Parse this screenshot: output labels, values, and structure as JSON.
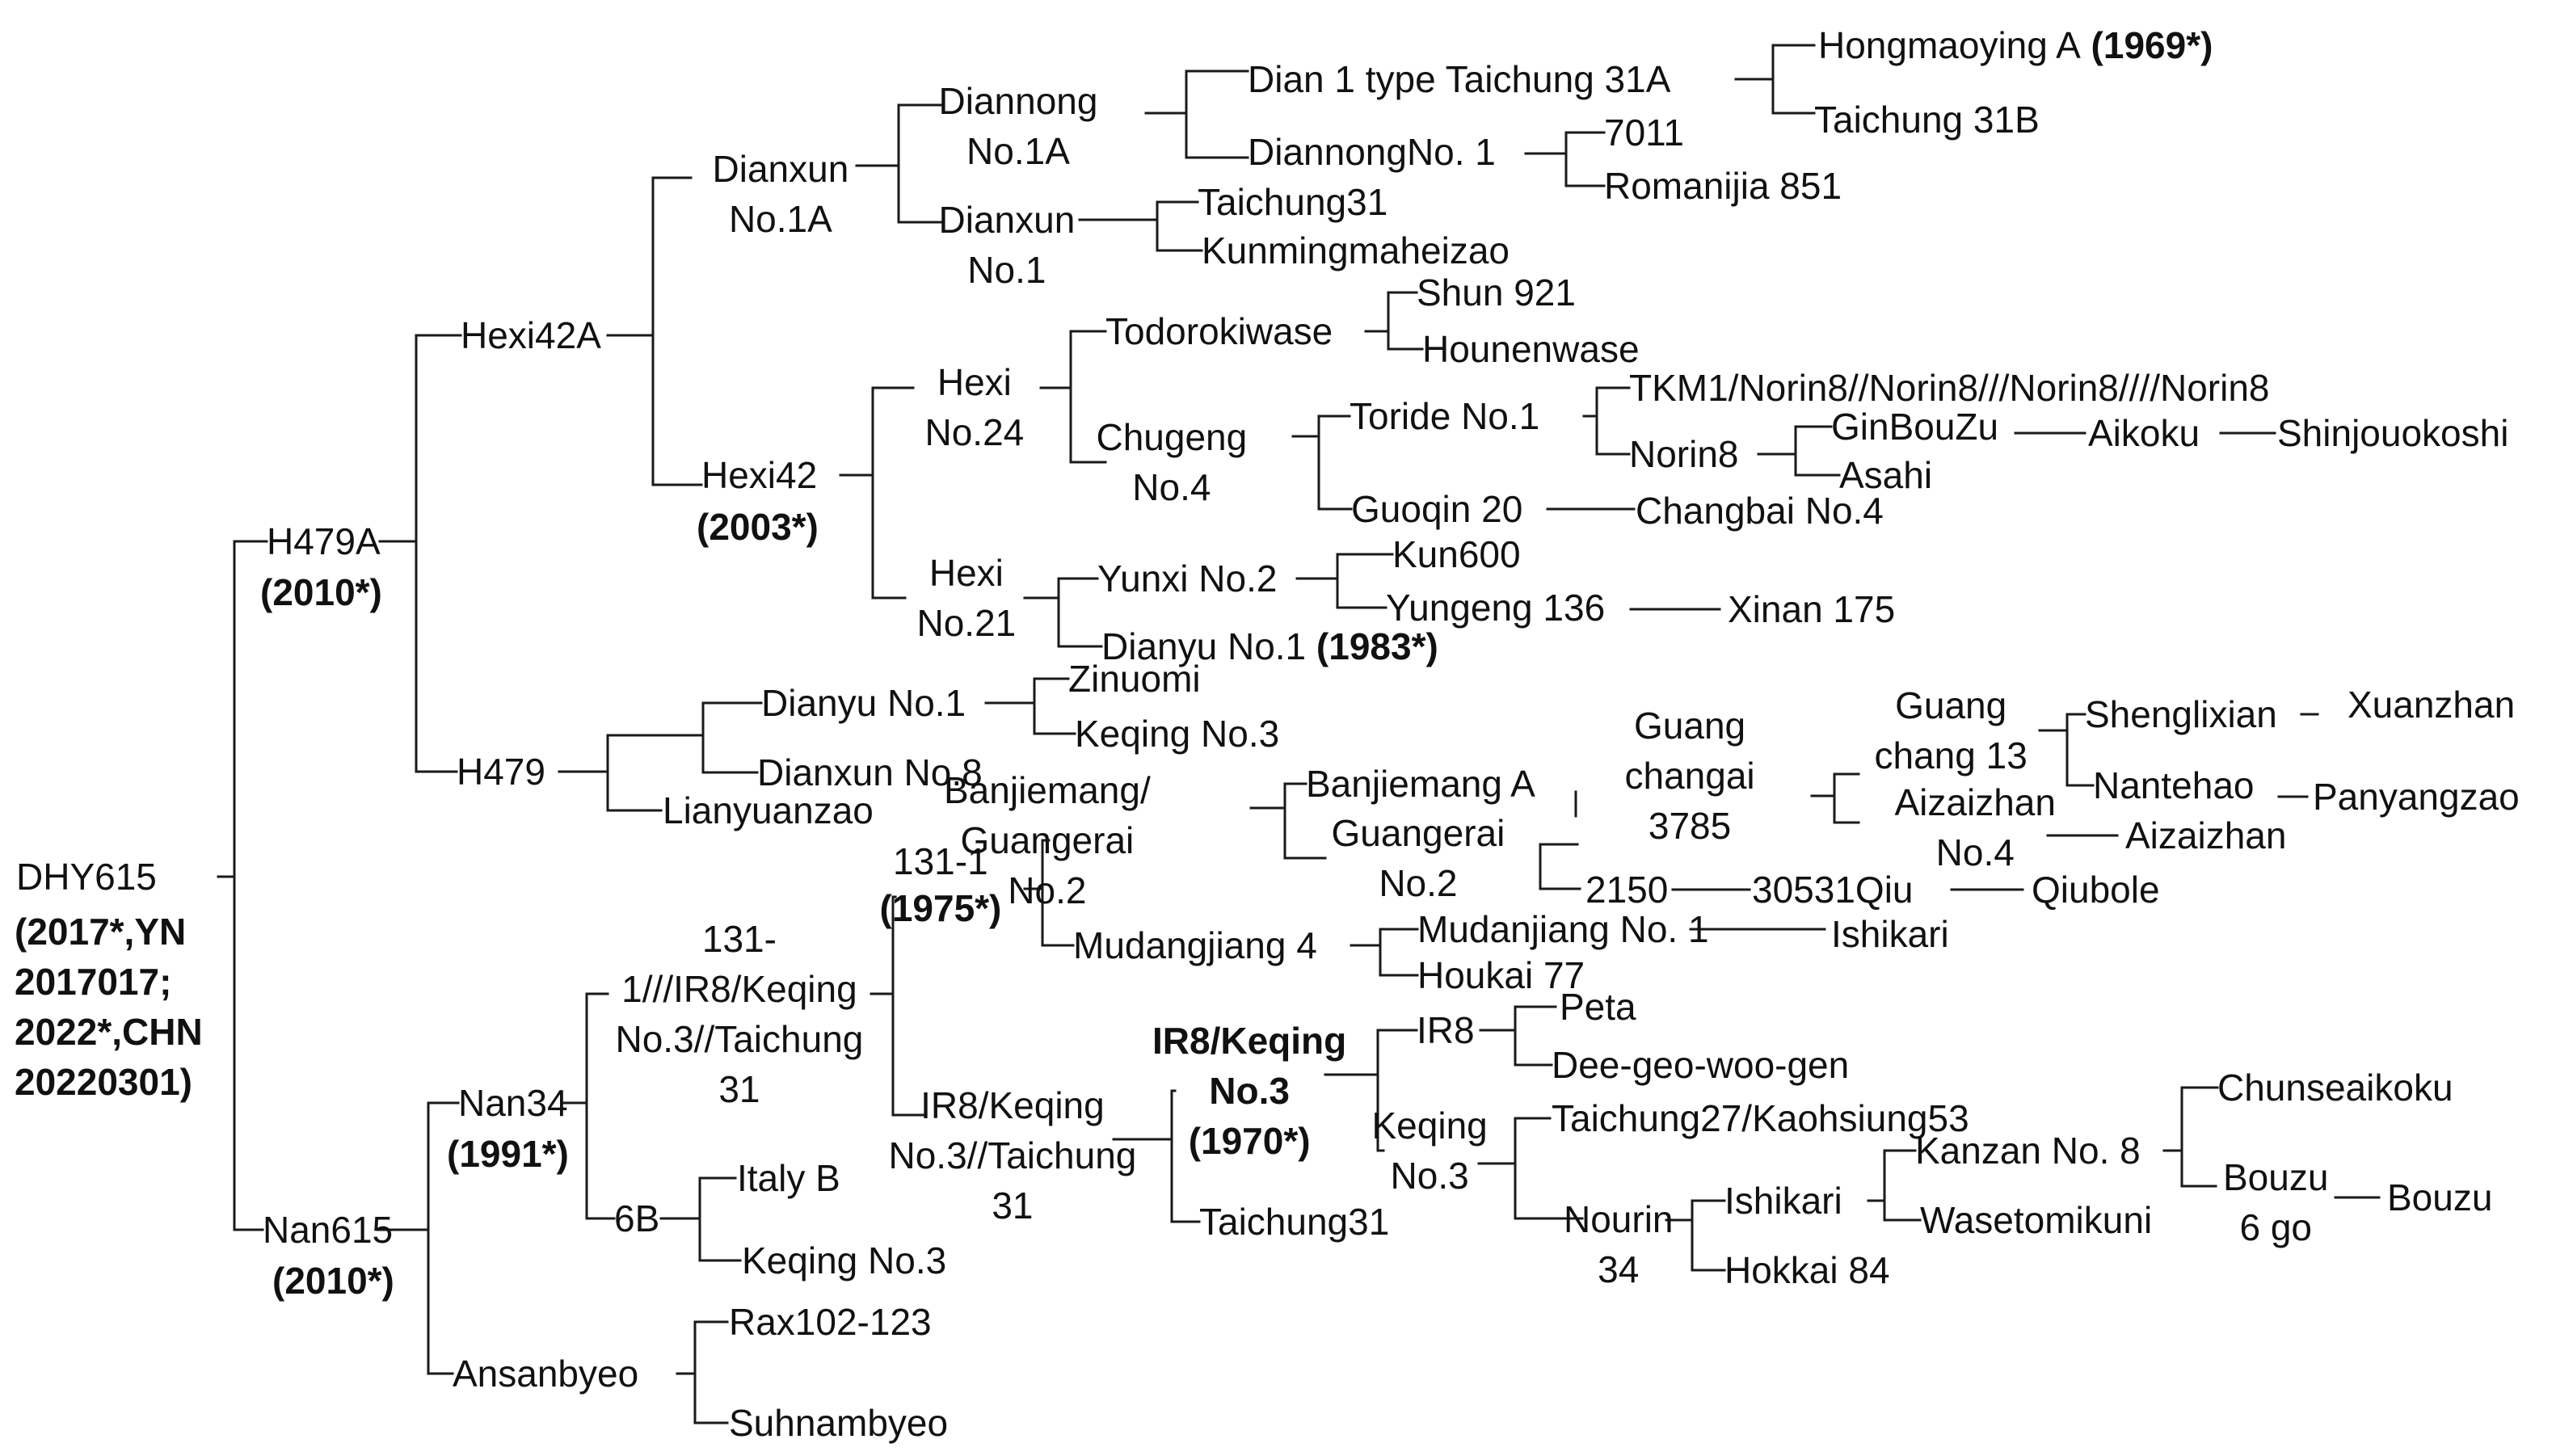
{
  "tree": {
    "nodes": {
      "dhy615": {
        "lines": [
          "DHY615"
        ]
      },
      "dhy615_reg": {
        "lines": [
          "(2017*,YN",
          "2017017;",
          "2022*,CHN",
          "20220301)"
        ],
        "bold": true
      },
      "h479a": {
        "lines": [
          "H479A"
        ]
      },
      "h479a_year": {
        "lines": [
          "(2010*)"
        ],
        "bold": true
      },
      "nan615": {
        "lines": [
          "Nan615"
        ]
      },
      "nan615_year": {
        "lines": [
          "(2010*)"
        ],
        "bold": true
      },
      "hexi42a": {
        "lines": [
          "Hexi42A"
        ]
      },
      "h479": {
        "lines": [
          "H479"
        ]
      },
      "dianxun_no1a": {
        "lines": [
          "Dianxun",
          "No.1A"
        ]
      },
      "hexi42": {
        "lines": [
          "Hexi42"
        ]
      },
      "hexi42_year": {
        "lines": [
          "(2003*)"
        ],
        "bold": true
      },
      "diannong_no1a": {
        "lines": [
          "Diannong",
          "No.1A"
        ]
      },
      "dianxun_no1": {
        "lines": [
          "Dianxun",
          "No.1"
        ]
      },
      "dian1_taichung31a": {
        "lines": [
          "Dian 1 type Taichung 31A"
        ]
      },
      "diannong_no1": {
        "lines": [
          "DiannongNo. 1"
        ]
      },
      "hongmaoying_a": {
        "lines": [
          "Hongmaoying A"
        ],
        "year": "(1969*)"
      },
      "taichung31b": {
        "lines": [
          "Taichung 31B"
        ]
      },
      "n7011": {
        "lines": [
          "7011"
        ]
      },
      "romanijia851": {
        "lines": [
          "Romanijia 851"
        ]
      },
      "taichung31_a": {
        "lines": [
          "Taichung31"
        ]
      },
      "kunmingmaheizao": {
        "lines": [
          "Kunmingmaheizao"
        ]
      },
      "hexi_no24": {
        "lines": [
          "Hexi",
          "No.24"
        ]
      },
      "hexi_no21": {
        "lines": [
          "Hexi",
          "No.21"
        ]
      },
      "todorokiwase": {
        "lines": [
          "Todorokiwase"
        ]
      },
      "chugeng_no4": {
        "lines": [
          "Chugeng",
          "No.4"
        ]
      },
      "shun921": {
        "lines": [
          "Shun 921"
        ]
      },
      "hounenwase": {
        "lines": [
          "Hounenwase"
        ]
      },
      "toride_no1": {
        "lines": [
          "Toride No.1"
        ]
      },
      "guoqin20": {
        "lines": [
          "Guoqin 20"
        ]
      },
      "tkm1": {
        "lines": [
          "TKM1/Norin8//Norin8///Norin8////Norin8"
        ]
      },
      "norin8": {
        "lines": [
          "Norin8"
        ]
      },
      "ginbouzu": {
        "lines": [
          "GinBouZu"
        ]
      },
      "asahi": {
        "lines": [
          "Asahi"
        ]
      },
      "aikoku": {
        "lines": [
          "Aikoku"
        ]
      },
      "shinjouokoshi": {
        "lines": [
          "Shinjouokoshi"
        ]
      },
      "changbai_no4": {
        "lines": [
          "Changbai No.4"
        ]
      },
      "yunxi_no2": {
        "lines": [
          "Yunxi No.2"
        ]
      },
      "dianyu_no1_a": {
        "lines": [
          "Dianyu No.1"
        ],
        "year": "(1983*)"
      },
      "kun600": {
        "lines": [
          "Kun600"
        ]
      },
      "yungeng136": {
        "lines": [
          "Yungeng 136"
        ]
      },
      "xinan175": {
        "lines": [
          "Xinan 175"
        ]
      },
      "dianyu_no1_b": {
        "lines": [
          "Dianyu No.1"
        ]
      },
      "dianxun_no8": {
        "lines": [
          "Dianxun No.8"
        ]
      },
      "lianyuanzao": {
        "lines": [
          "Lianyuanzao"
        ]
      },
      "zinuomi": {
        "lines": [
          "Zinuomi"
        ]
      },
      "keqing_no3_a": {
        "lines": [
          "Keqing No.3"
        ]
      },
      "nan34": {
        "lines": [
          "Nan34"
        ]
      },
      "nan34_year": {
        "lines": [
          "(1991*)"
        ],
        "bold": true
      },
      "ansanbyeo": {
        "lines": [
          "Ansanbyeo"
        ]
      },
      "cross131": {
        "lines": [
          "131-",
          "1///IR8/Keqing",
          "No.3//Taichung",
          "31"
        ]
      },
      "n6b": {
        "lines": [
          "6B"
        ]
      },
      "italy_b": {
        "lines": [
          "Italy B"
        ]
      },
      "keqing_no3_b": {
        "lines": [
          "Keqing No.3"
        ]
      },
      "rax102": {
        "lines": [
          "Rax102-123"
        ]
      },
      "suhnambyeo": {
        "lines": [
          "Suhnambyeo"
        ]
      },
      "n131_1": {
        "lines": [
          "131-1"
        ]
      },
      "n131_1_year": {
        "lines": [
          "(1975*)"
        ],
        "bold": true
      },
      "ir8_keqing_taichung": {
        "lines": [
          "IR8/Keqing",
          "No.3//Taichung",
          "31"
        ]
      },
      "banjiemang_cross": {
        "lines": [
          "Banjiemang/",
          "Guangerai",
          "No.2"
        ]
      },
      "mudangjiang4": {
        "lines": [
          "Mudangjiang 4"
        ]
      },
      "banjiemang_a": {
        "lines": [
          "Banjiemang A"
        ]
      },
      "guangerai_no2": {
        "lines": [
          "Guangerai",
          "No.2"
        ]
      },
      "guang_changai": {
        "lines": [
          "Guang",
          "changai",
          "3785"
        ]
      },
      "n2150": {
        "lines": [
          "2150"
        ]
      },
      "n30531qiu": {
        "lines": [
          "30531Qiu"
        ]
      },
      "qiubole": {
        "lines": [
          "Qiubole"
        ]
      },
      "guang_chang13": {
        "lines": [
          "Guang",
          "chang 13"
        ]
      },
      "aizaizhan_no4": {
        "lines": [
          "Aizaizhan",
          "No.4"
        ]
      },
      "shenglixian": {
        "lines": [
          "Shenglixian"
        ]
      },
      "nantehao": {
        "lines": [
          "Nantehao"
        ]
      },
      "xuanzhan": {
        "lines": [
          "Xuanzhan"
        ]
      },
      "panyangzao": {
        "lines": [
          "Panyangzao"
        ]
      },
      "aizaizhan": {
        "lines": [
          "Aizaizhan"
        ]
      },
      "mudanjiang_no1": {
        "lines": [
          "Mudanjiang No. 1"
        ]
      },
      "houkai77": {
        "lines": [
          "Houkai 77"
        ]
      },
      "ishikari_a": {
        "lines": [
          "Ishikari"
        ]
      },
      "ir8_keqing_no3": {
        "lines": [
          "IR8/Keqing",
          "No.3",
          "(1970*)"
        ],
        "bold": true
      },
      "taichung31_b": {
        "lines": [
          "Taichung31"
        ]
      },
      "ir8": {
        "lines": [
          "IR8"
        ]
      },
      "peta": {
        "lines": [
          "Peta"
        ]
      },
      "dgwg": {
        "lines": [
          "Dee-geo-woo-gen"
        ]
      },
      "keqing_no3_c": {
        "lines": [
          "Keqing",
          "No.3"
        ]
      },
      "taichung27": {
        "lines": [
          "Taichung27/Kaohsiung53"
        ]
      },
      "nourin34": {
        "lines": [
          "Nourin",
          "34"
        ]
      },
      "ishikari_b": {
        "lines": [
          "Ishikari"
        ]
      },
      "hokkai84": {
        "lines": [
          "Hokkai 84"
        ]
      },
      "kanzan_no8": {
        "lines": [
          "Kanzan No. 8"
        ]
      },
      "wasetomikuni": {
        "lines": [
          "Wasetomikuni"
        ]
      },
      "chunseaikoku": {
        "lines": [
          "Chunseaikoku"
        ]
      },
      "bouzu6go": {
        "lines": [
          "Bouzu",
          "6 go"
        ]
      },
      "bouzu": {
        "lines": [
          "Bouzu"
        ]
      }
    }
  }
}
